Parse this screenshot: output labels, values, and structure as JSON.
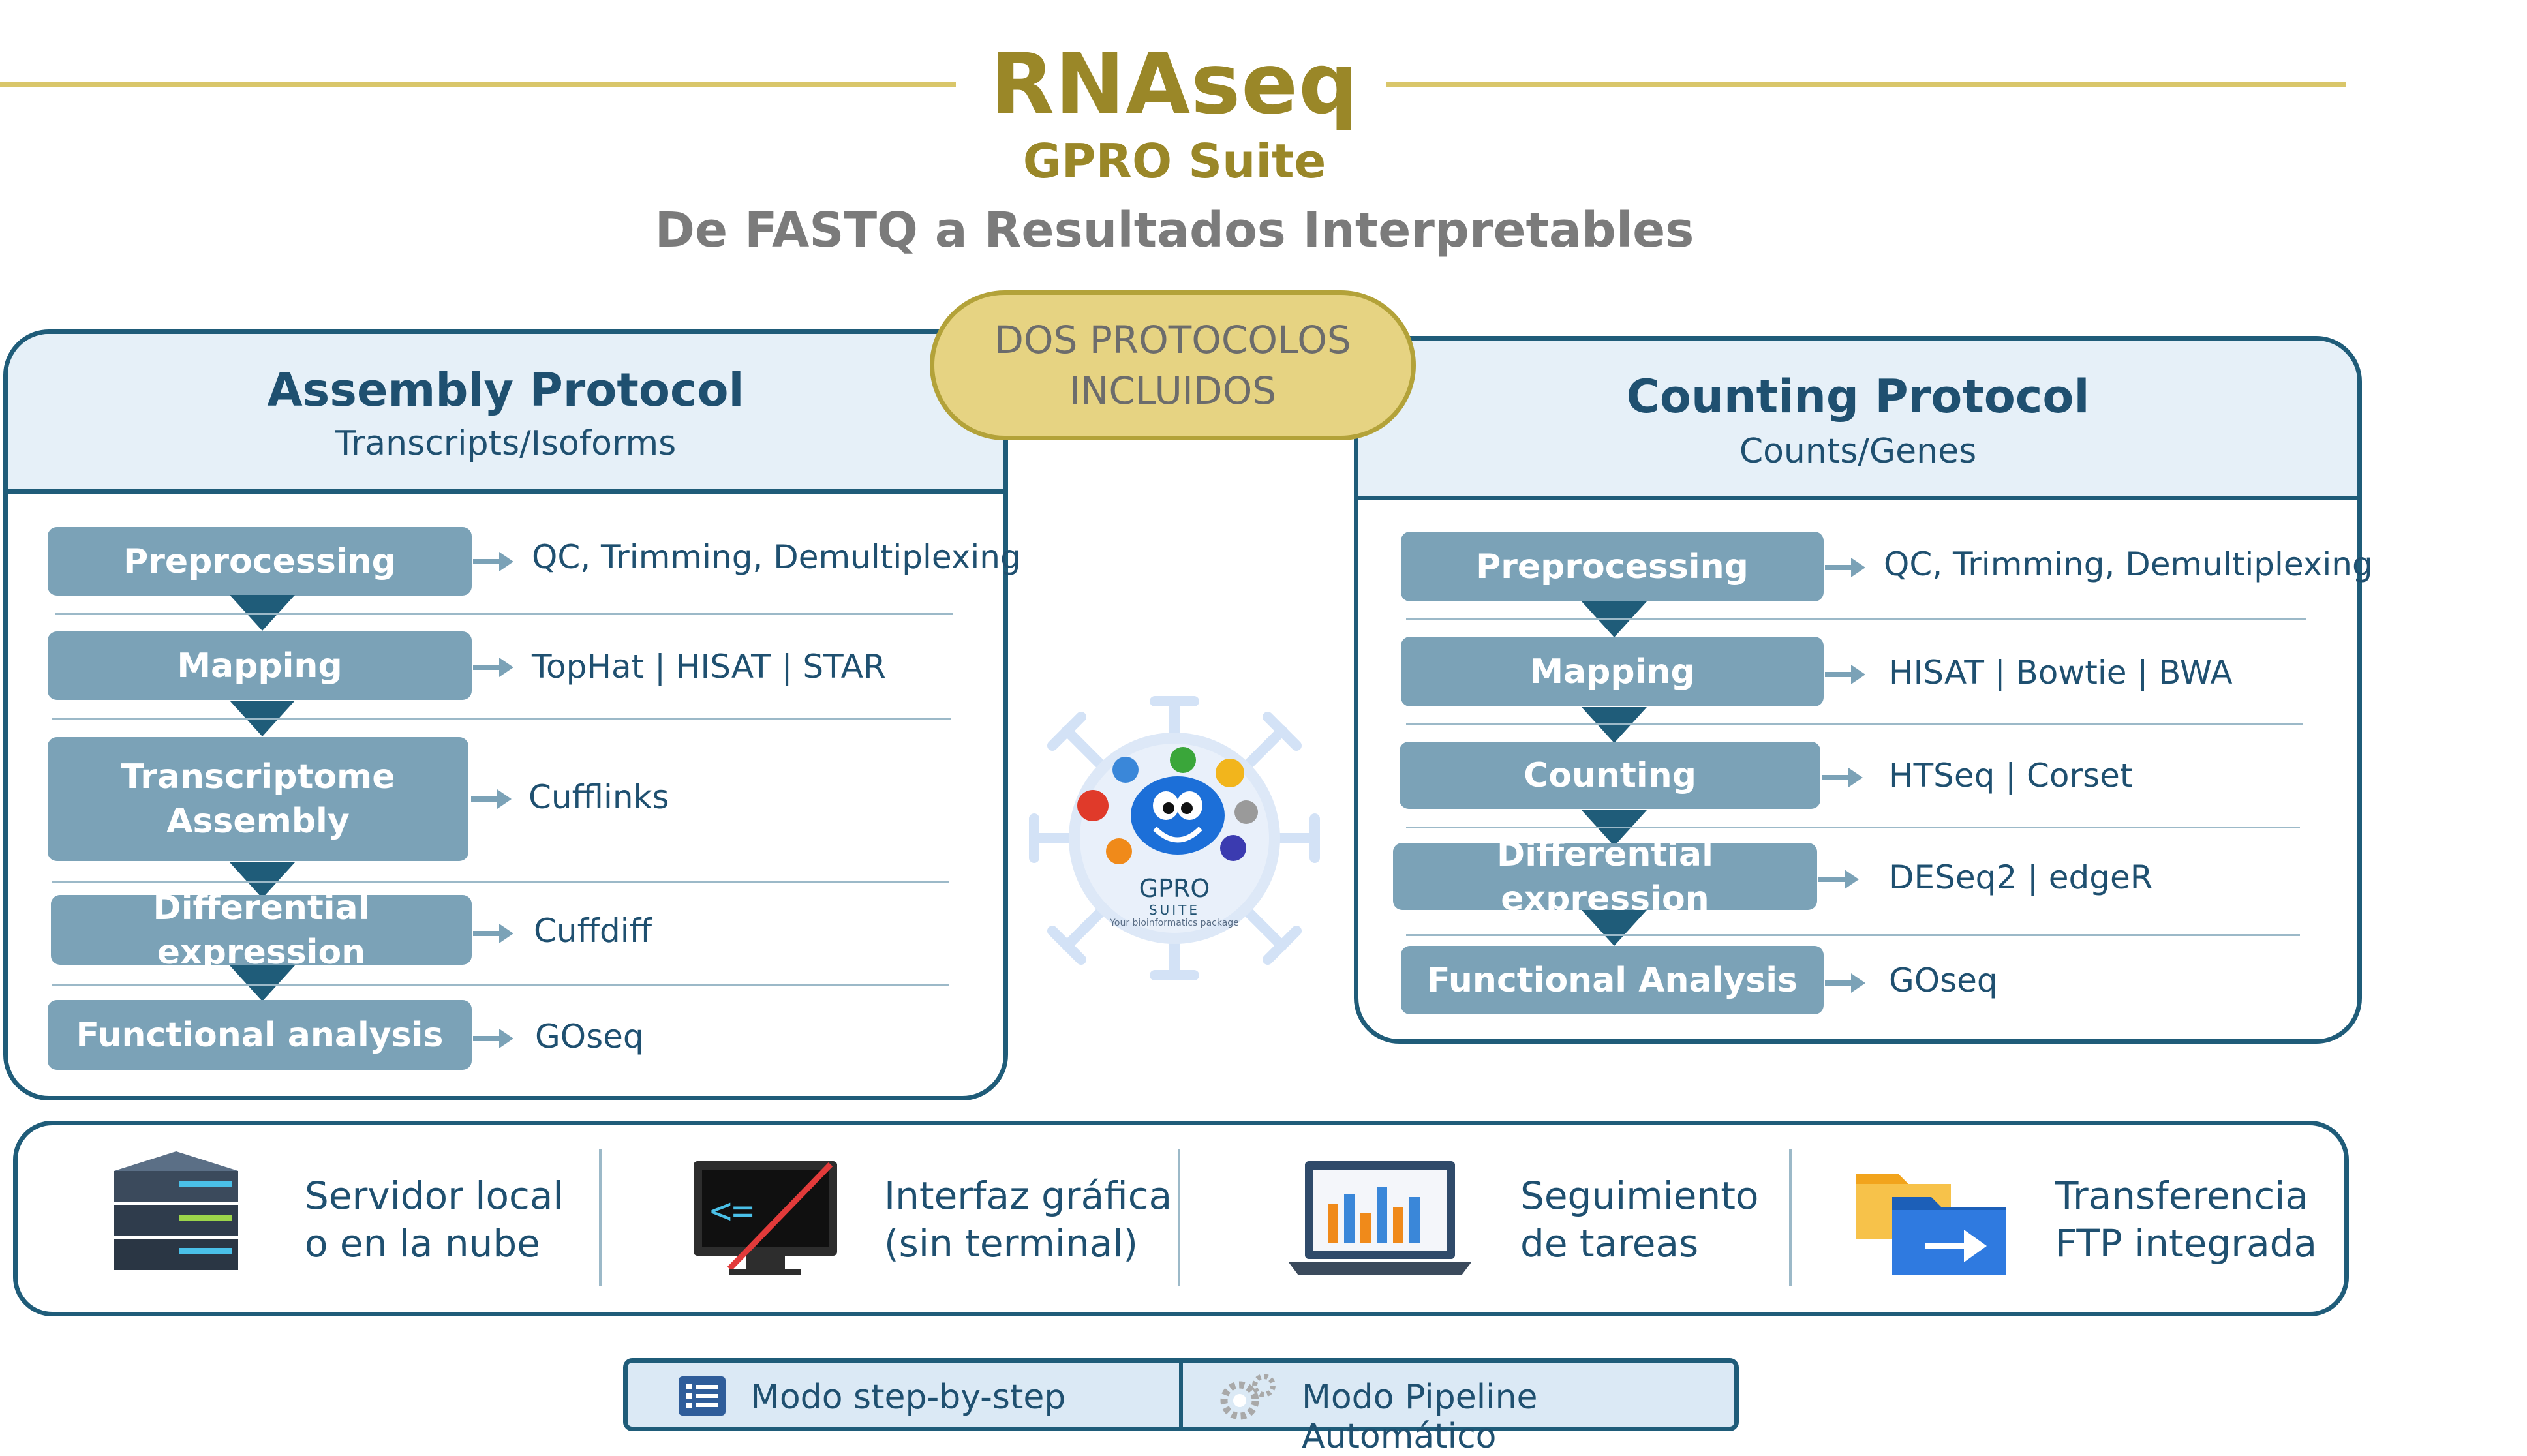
{
  "header": {
    "title": "RNAseq",
    "suite": "GPRO Suite",
    "subtitle": "De FASTQ a Resultados Interpretables"
  },
  "badge": {
    "line1": "DOS PROTOCOLOS",
    "line2": "INCLUIDOS"
  },
  "assembly": {
    "title": "Assembly Protocol",
    "subtitle": "Transcripts/Isoforms",
    "steps": [
      {
        "label": "Preprocessing",
        "tools": "QC, Trimming, Demultiplexing"
      },
      {
        "label": "Mapping",
        "tools": "TopHat | HISAT | STAR"
      },
      {
        "label_line1": "Transcriptome",
        "label_line2": "Assembly",
        "tools": "Cufflinks"
      },
      {
        "label": "Differential expression",
        "tools": "Cuffdiff"
      },
      {
        "label": "Functional analysis",
        "tools": "GOseq"
      }
    ]
  },
  "counting": {
    "title": "Counting Protocol",
    "subtitle": "Counts/Genes",
    "steps": [
      {
        "label": "Preprocessing",
        "tools": "QC, Trimming, Demultiplexing"
      },
      {
        "label": "Mapping",
        "tools": "HISAT | Bowtie | BWA"
      },
      {
        "label": "Counting",
        "tools": "HTSeq | Corset"
      },
      {
        "label": "Differential expression",
        "tools": "DESeq2 | edgeR"
      },
      {
        "label": "Functional Analysis",
        "tools": "GOseq"
      }
    ]
  },
  "logo": {
    "name": "GPRO",
    "suite": "SUITE",
    "tagline": "Your bioinformatics package"
  },
  "features": [
    {
      "icon": "server-icon",
      "line1": "Servidor local",
      "line2": "o en la nube"
    },
    {
      "icon": "monitor-no-terminal-icon",
      "line1": "Interfaz gráfica",
      "line2": "(sin terminal)"
    },
    {
      "icon": "laptop-chart-icon",
      "line1": "Seguimiento",
      "line2": "de tareas"
    },
    {
      "icon": "folder-transfer-icon",
      "line1": "Transferencia",
      "line2": "FTP integrada"
    }
  ],
  "modes": {
    "step_by_step": "Modo step-by-step",
    "pipeline": "Modo Pipeline Automático"
  },
  "colors": {
    "gold": "#9a8728",
    "navy": "#1f5c79",
    "step": "#7ba2b7",
    "badge": "#e6d382"
  }
}
